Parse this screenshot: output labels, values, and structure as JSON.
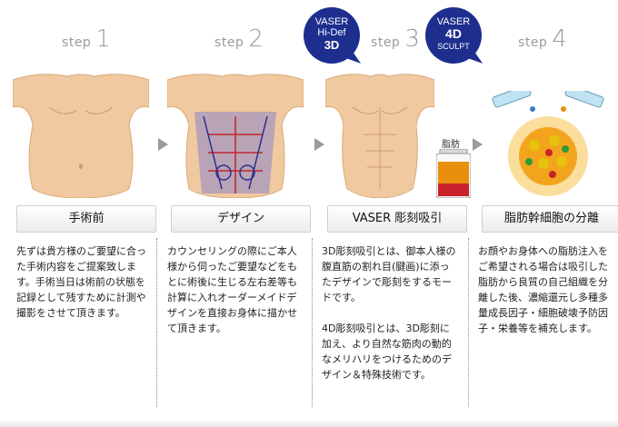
{
  "steps": [
    {
      "word": "step",
      "num": "1",
      "title": "手術前",
      "desc": [
        "先ずは貴方様のご要望に合った手術内容をご提案致します。手術当日は術前の状態を記録として残すために計測や撮影をさせて頂きます。"
      ]
    },
    {
      "word": "step",
      "num": "2",
      "title": "デザイン",
      "desc": [
        "カウンセリングの際にご本人様から伺ったご要望などをもとに術後に生じる左右差等も計算に入れオーダーメイドデザインを直接お身体に描かせて頂きます。"
      ]
    },
    {
      "word": "step",
      "num": "3",
      "title": "VASER 彫刻吸引",
      "desc": [
        "3D彫刻吸引とは、御本人様の腹直筋の割れ目(腱画)に添ったデザインで彫刻をするモードです。",
        "4D彫刻吸引とは、3D彫刻に加え、より自然な筋肉の動的なメリハリをつけるためのデザイン＆特殊技術です。"
      ]
    },
    {
      "word": "step",
      "num": "4",
      "title": "脂肪幹細胞の分離",
      "desc": [
        "お顔やお身体への脂肪注入をご希望される場合は吸引した脂肪から良質の自己組織を分離した後、濃縮還元し多種多量成長因子・細胞破壊予防因子・栄養等を補充します。"
      ]
    }
  ],
  "badges": [
    {
      "l1": "VASER",
      "l2": "Hi-Def",
      "l3": "3D"
    },
    {
      "l1": "VASER",
      "l2": "4D",
      "l3": "SCULPT"
    }
  ],
  "fat_label": "脂肪",
  "colors": {
    "badge": "#1d2e8e",
    "skin": "#f1c9a0",
    "fat_orange": "#e8900c",
    "fat_red": "#c9222a"
  }
}
